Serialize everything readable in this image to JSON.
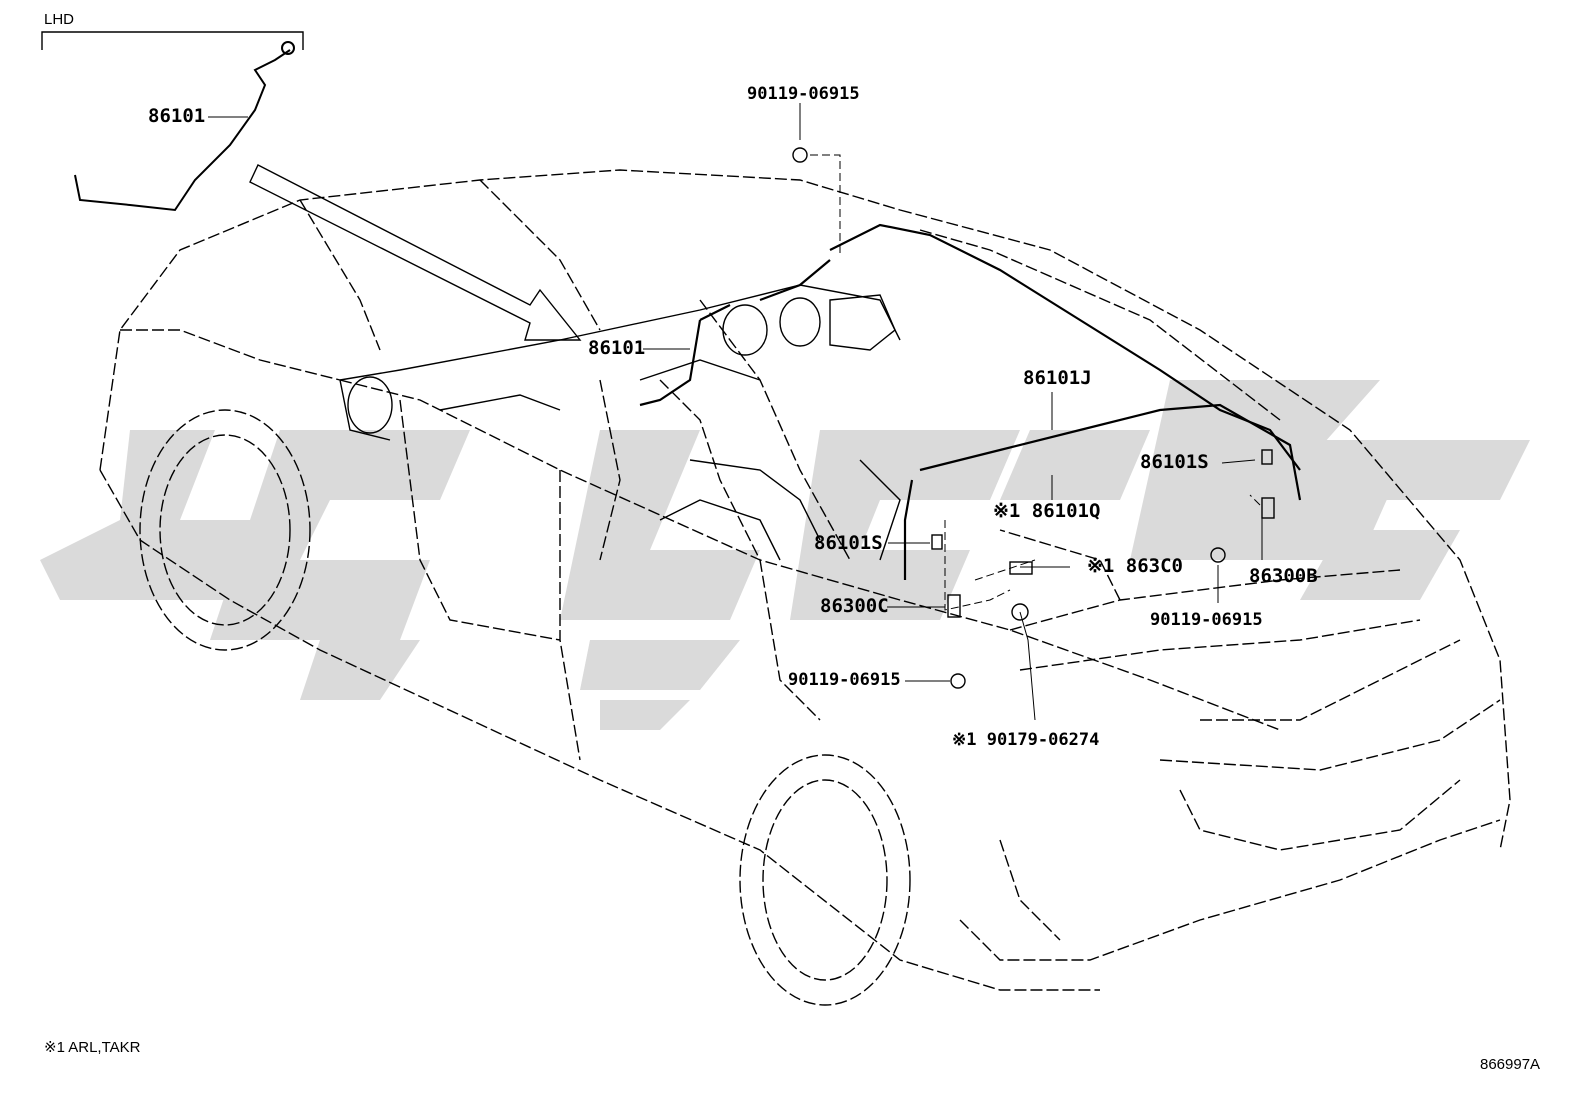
{
  "header": {
    "variant": "LHD"
  },
  "callouts": {
    "c_86101_inset": "86101",
    "c_86101_main": "86101",
    "c_bolt_top": "90119-06915",
    "c_86101J": "86101J",
    "c_86101Q": "※1 86101Q",
    "c_86101S_right": "86101S",
    "c_86101S_left": "86101S",
    "c_863C0": "※1 863C0",
    "c_86300B": "86300B",
    "c_86300C": "86300C",
    "c_bolt_right": "90119-06915",
    "c_bolt_left": "90119-06915",
    "c_90179": "※1 90179-06274"
  },
  "footer": {
    "note": "※1 ARL,TAKR",
    "diagram_id": "866997A"
  },
  "colors": {
    "line": "#000000",
    "watermark": "#d6d6d6",
    "background": "#ffffff"
  }
}
